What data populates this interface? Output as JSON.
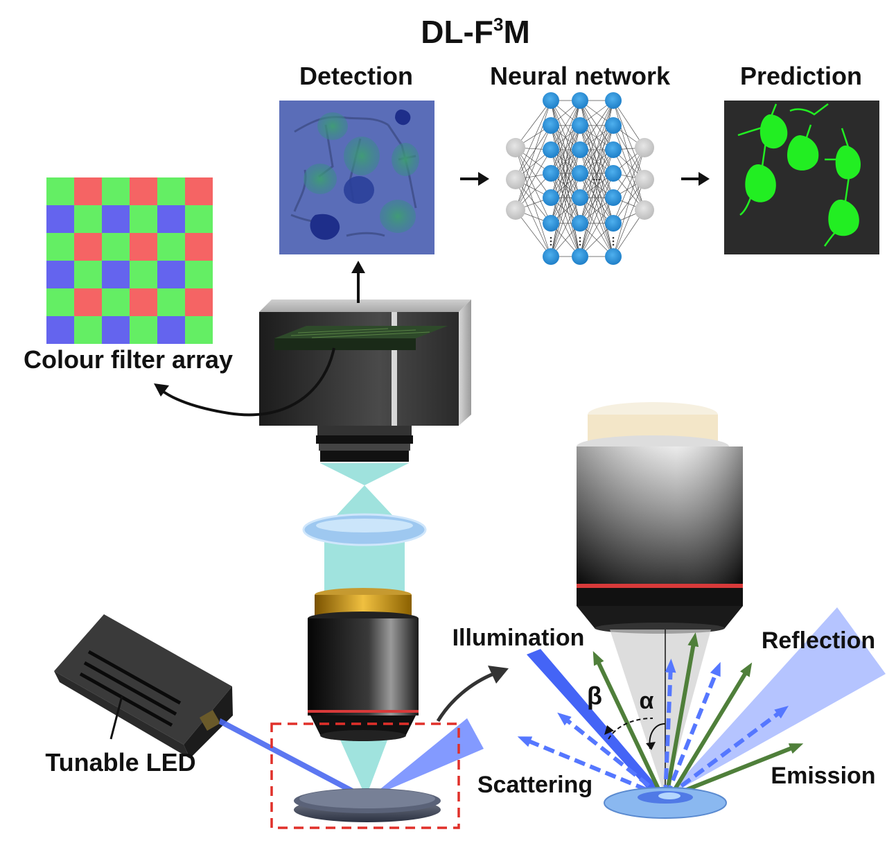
{
  "title": {
    "main": "DL-F",
    "sup": "3",
    "tail": "M"
  },
  "labels": {
    "detection": "Detection",
    "neural_network": "Neural network",
    "prediction": "Prediction",
    "colour_filter_array": "Colour filter array",
    "tunable_led": "Tunable LED",
    "illumination": "Illumination",
    "reflection": "Reflection",
    "scattering": "Scattering",
    "emission": "Emission",
    "beta": "β",
    "alpha": "α"
  },
  "colors": {
    "cfa_red": "#f56464",
    "cfa_green": "#64ee64",
    "cfa_blue": "#6464ee",
    "detection_bg": "#5a6db8",
    "prediction_bg": "#2b2b2b",
    "prediction_fg": "#22ee22",
    "node_blue": "#2c8fd6",
    "node_grey": "#cccccc",
    "beam_cyan": "#8fded8",
    "illumination_blue": "#3366ff",
    "emission_green": "#4f7f3a",
    "box_red": "#e0302a"
  },
  "cfa_pattern": [
    "GRGRGR",
    "BGBGBG",
    "GRGRGR",
    "BGBGBG",
    "GRGRGR",
    "BGBGBG"
  ]
}
